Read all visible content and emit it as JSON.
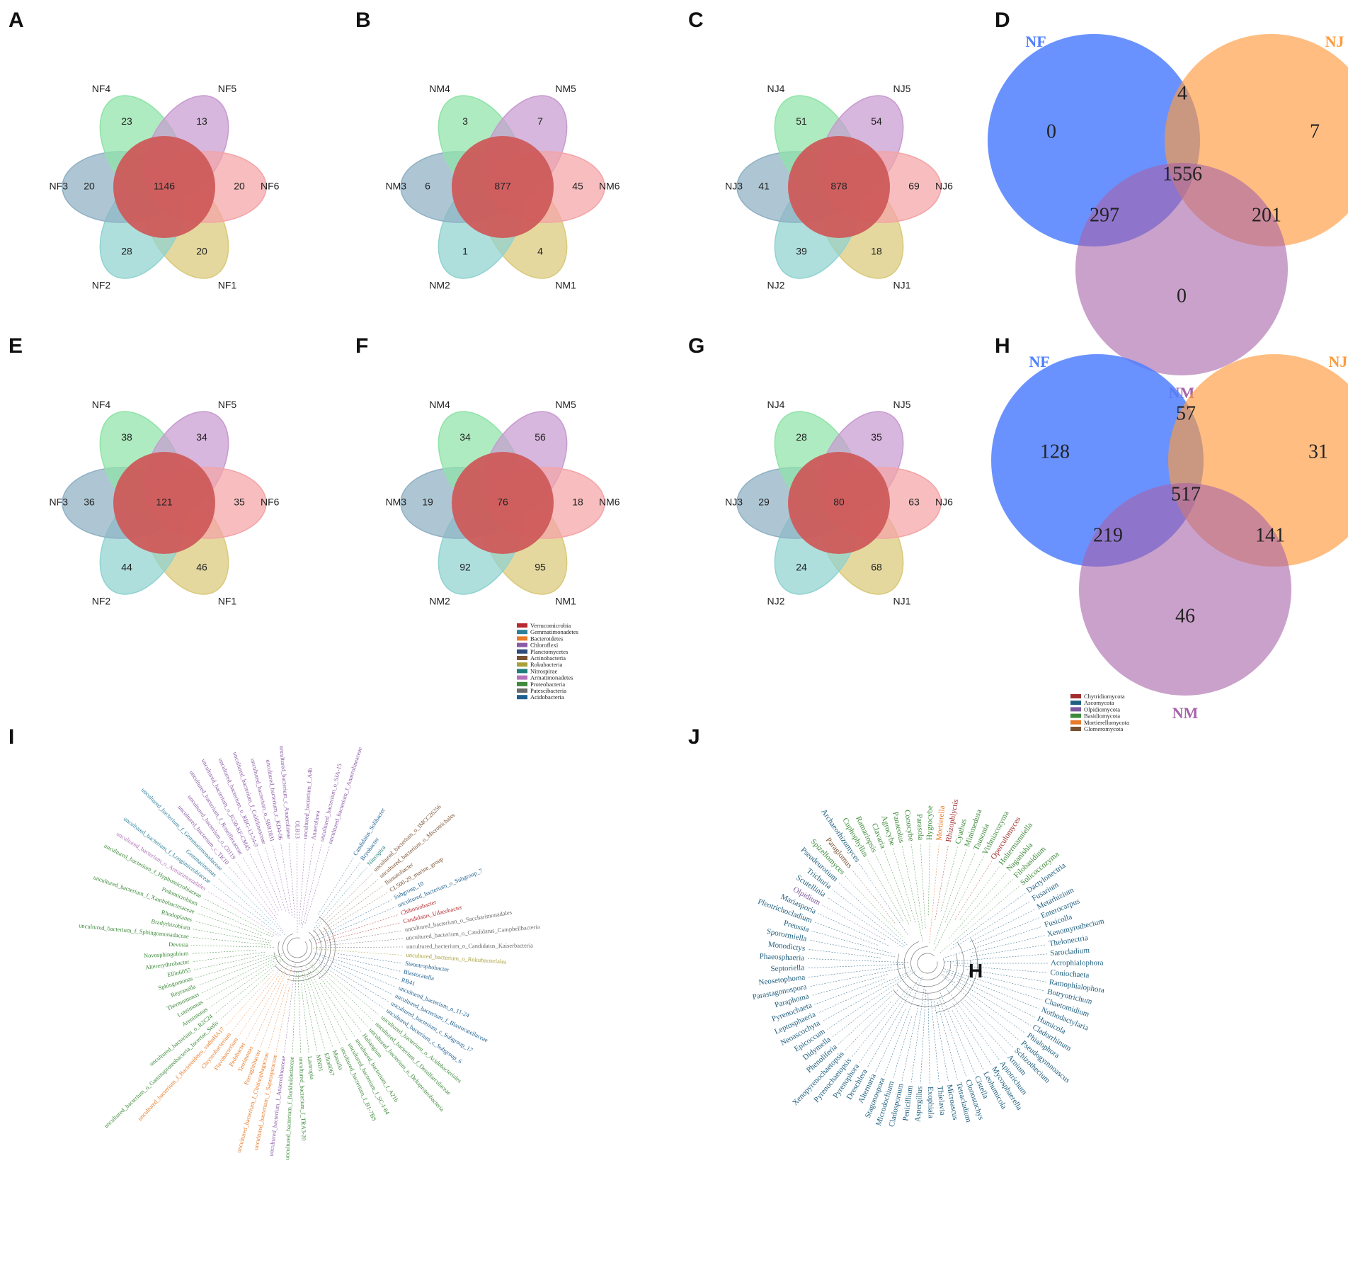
{
  "panels": {
    "A": {
      "letter": "A",
      "labels": [
        "NF1",
        "NF2",
        "NF3",
        "NF4",
        "NF5",
        "NF6"
      ],
      "unique": [
        20,
        28,
        20,
        23,
        13,
        20
      ],
      "core": 1146
    },
    "B": {
      "letter": "B",
      "labels": [
        "NM1",
        "NM2",
        "NM3",
        "NM4",
        "NM5",
        "NM6"
      ],
      "unique": [
        4,
        1,
        6,
        3,
        7,
        45
      ],
      "core": 877
    },
    "C": {
      "letter": "C",
      "labels": [
        "NJ1",
        "NJ2",
        "NJ3",
        "NJ4",
        "NJ5",
        "NJ6"
      ],
      "unique": [
        18,
        39,
        41,
        51,
        54,
        69
      ],
      "core": 878
    },
    "D": {
      "letter": "D",
      "sets": [
        "NF",
        "NJ",
        "NM"
      ],
      "regions": {
        "nf_only": 0,
        "nf_nj": 4,
        "nj_only": 7,
        "all": 1556,
        "nf_nm": 297,
        "nj_nm": 201,
        "nm_only": 0
      }
    },
    "E": {
      "letter": "E",
      "labels": [
        "NF1",
        "NF2",
        "NF3",
        "NF4",
        "NF5",
        "NF6"
      ],
      "unique": [
        46,
        44,
        36,
        38,
        34,
        35
      ],
      "core": 121
    },
    "F": {
      "letter": "F",
      "labels": [
        "NM1",
        "NM2",
        "NM3",
        "NM4",
        "NM5",
        "NM6"
      ],
      "unique": [
        95,
        92,
        19,
        34,
        56,
        18
      ],
      "core": 76
    },
    "G": {
      "letter": "G",
      "labels": [
        "NJ1",
        "NJ2",
        "NJ3",
        "NJ4",
        "NJ5",
        "NJ6"
      ],
      "unique": [
        68,
        24,
        29,
        28,
        35,
        63
      ],
      "core": 80
    },
    "H": {
      "letter": "H",
      "sets": [
        "NF",
        "NJ",
        "NM"
      ],
      "regions": {
        "nf_only": 128,
        "nf_nj": 57,
        "nj_only": 31,
        "all": 517,
        "nf_nm": 219,
        "nj_nm": 141,
        "nm_only": 46
      }
    },
    "I": {
      "letter": "I"
    },
    "J": {
      "letter": "J",
      "center_label": "H"
    }
  },
  "colors": {
    "petal1": "#d9c97a",
    "petal2": "#8fd3d0",
    "petal3": "#8fb0c4",
    "petal4": "#8fe3a8",
    "petal5": "#c79bd0",
    "petal6": "#f4a3a6",
    "core": "#cd5b5b",
    "nf": "#4f7fff",
    "nj": "#ff9a3d",
    "nm": "#a763a9"
  },
  "legend_bacteria": [
    {
      "name": "Verrucomicrobia",
      "color": "#b5292f"
    },
    {
      "name": "Gemmatimonadetes",
      "color": "#2b7f9b"
    },
    {
      "name": "Bacteroidetes",
      "color": "#e87a28"
    },
    {
      "name": "Chloroflexi",
      "color": "#8b5aa6"
    },
    {
      "name": "Planctomycetes",
      "color": "#2f4b7c"
    },
    {
      "name": "Actinobacteria",
      "color": "#7a5232"
    },
    {
      "name": "Rokubacteria",
      "color": "#a8a03a"
    },
    {
      "name": "Nitrospirae",
      "color": "#1f7d7a"
    },
    {
      "name": "Armatimonadetes",
      "color": "#b373b9"
    },
    {
      "name": "Proteobacteria",
      "color": "#3d8a3a"
    },
    {
      "name": "Patescibacteria",
      "color": "#6a6a6a"
    },
    {
      "name": "Acidobacteria",
      "color": "#1d5f8f"
    }
  ],
  "legend_fungi": [
    {
      "name": "Chytridiomycota",
      "color": "#a22d2d"
    },
    {
      "name": "Ascomycota",
      "color": "#1f5f7f"
    },
    {
      "name": "Olpidiomycota",
      "color": "#7b58a0"
    },
    {
      "name": "Basidiomycota",
      "color": "#3d8a3a"
    },
    {
      "name": "Mortierellomycota",
      "color": "#e8792a"
    },
    {
      "name": "Glomeromycota",
      "color": "#7a5232"
    }
  ],
  "tree_I_leaves": [
    {
      "t": "Candidatus_Solibacter",
      "c": "#1d5f8f"
    },
    {
      "t": "Bryobacter",
      "c": "#1d5f8f"
    },
    {
      "t": "Nitrospira",
      "c": "#1f7d7a"
    },
    {
      "t": "uncultured_bacterium_o_IMCC26256",
      "c": "#7a5232"
    },
    {
      "t": "uncultured_bacterium_o_Microtrichales",
      "c": "#7a5232"
    },
    {
      "t": "Ilumatobacter",
      "c": "#7a5232"
    },
    {
      "t": "CL500-29_marine_group",
      "c": "#7a5232"
    },
    {
      "t": "Subgroup_10",
      "c": "#1d5f8f"
    },
    {
      "t": "uncultured_bacterium_o_Subgroup_7",
      "c": "#1d5f8f"
    },
    {
      "t": "Chthoniobacter",
      "c": "#b5292f"
    },
    {
      "t": "Candidatus_Udaeobacter",
      "c": "#b5292f"
    },
    {
      "t": "uncultured_bacterium_o_Saccharimonadales",
      "c": "#6a6a6a"
    },
    {
      "t": "uncultured_bacterium_o_Candidatus_Campbellbacteria",
      "c": "#6a6a6a"
    },
    {
      "t": "uncultured_bacterium_o_Candidatus_Kaiserbacteria",
      "c": "#6a6a6a"
    },
    {
      "t": "uncultured_bacterium_o_Rokubacteriales",
      "c": "#a8a03a"
    },
    {
      "t": "Stenotrophobacter",
      "c": "#1d5f8f"
    },
    {
      "t": "Blastocatella",
      "c": "#1d5f8f"
    },
    {
      "t": "RB41",
      "c": "#1d5f8f"
    },
    {
      "t": "uncultured_bacterium_o_11-24",
      "c": "#1d5f8f"
    },
    {
      "t": "uncultured_bacterium_f_Blastocatellaceae",
      "c": "#1d5f8f"
    },
    {
      "t": "uncultured_bacterium_c_Subgroup_17",
      "c": "#1d5f8f"
    },
    {
      "t": "uncultured_bacterium_c_Subgroup_6",
      "c": "#1d5f8f"
    },
    {
      "t": "uncultured_bacterium_o_Acidobacteriales",
      "c": "#3d8a3a"
    },
    {
      "t": "uncultured_bacterium_f_Desulfarculaceae",
      "c": "#3d8a3a"
    },
    {
      "t": "uncultured_bacterium_o_Deltaproteobacteria",
      "c": "#3d8a3a"
    },
    {
      "t": "Haliangium",
      "c": "#3d8a3a"
    },
    {
      "t": "uncultured_bacterium_f_A21b",
      "c": "#3d8a3a"
    },
    {
      "t": "uncultured_bacterium_f_SC-I-84",
      "c": "#3d8a3a"
    },
    {
      "t": "uncultured_bacterium_f_B1-7BS",
      "c": "#3d8a3a"
    },
    {
      "t": "Massilia",
      "c": "#3d8a3a"
    },
    {
      "t": "Ellin6067",
      "c": "#3d8a3a"
    },
    {
      "t": "MND1",
      "c": "#3d8a3a"
    },
    {
      "t": "Lautropia",
      "c": "#3d8a3a"
    },
    {
      "t": "uncultured_bacterium_f_TRA3-20",
      "c": "#3d8a3a"
    },
    {
      "t": "uncultured_bacterium_f_Burkholderiaceae",
      "c": "#3d8a3a"
    },
    {
      "t": "uncultured_bacterium_f_Anaerolineaceae",
      "c": "#8b5aa6"
    },
    {
      "t": "uncultured_bacterium_f_Saprospiraceae",
      "c": "#e87a28"
    },
    {
      "t": "uncultured_bacterium_f_Chitinophagaceae",
      "c": "#e87a28"
    },
    {
      "t": "Ferruginibacter",
      "c": "#e87a28"
    },
    {
      "t": "Terrimonas",
      "c": "#e87a28"
    },
    {
      "t": "Pedobacter",
      "c": "#e87a28"
    },
    {
      "t": "Flavobacterium",
      "c": "#e87a28"
    },
    {
      "t": "Chryseobacterium",
      "c": "#e87a28"
    },
    {
      "t": "uncultured_bacterium_f_Bacteroidetes_vadinHA17",
      "c": "#e87a28"
    },
    {
      "t": "uncultured_bacterium_o_Gammaproteobacteria_Incertae_Sedis",
      "c": "#3d8a3a"
    },
    {
      "t": "uncultured_bacterium_o_R2C24",
      "c": "#3d8a3a"
    },
    {
      "t": "Arenimonas",
      "c": "#3d8a3a"
    },
    {
      "t": "Luteimonas",
      "c": "#3d8a3a"
    },
    {
      "t": "Thermomonas",
      "c": "#3d8a3a"
    },
    {
      "t": "Reyranella",
      "c": "#3d8a3a"
    },
    {
      "t": "Sphingomonas",
      "c": "#3d8a3a"
    },
    {
      "t": "Ellin6055",
      "c": "#3d8a3a"
    },
    {
      "t": "Altererythrobacter",
      "c": "#3d8a3a"
    },
    {
      "t": "Novosphingobium",
      "c": "#3d8a3a"
    },
    {
      "t": "Devosia",
      "c": "#3d8a3a"
    },
    {
      "t": "uncultured_bacterium_f_Sphingomonadaceae",
      "c": "#3d8a3a"
    },
    {
      "t": "Bradyrhizobium",
      "c": "#3d8a3a"
    },
    {
      "t": "Rhodoplanes",
      "c": "#3d8a3a"
    },
    {
      "t": "uncultured_bacterium_f_Xanthobacteraceae",
      "c": "#3d8a3a"
    },
    {
      "t": "Pedomicrobium",
      "c": "#3d8a3a"
    },
    {
      "t": "uncultured_bacterium_f_Hyphomicrobiaceae",
      "c": "#3d8a3a"
    },
    {
      "t": "uncultured_bacterium_o_Armatimonadales",
      "c": "#b373b9"
    },
    {
      "t": "uncultured_bacterium_f_Longimicrobiaceae",
      "c": "#2b7f9b"
    },
    {
      "t": "Gemmatimonas",
      "c": "#2b7f9b"
    },
    {
      "t": "uncultured_bacterium_f_Gemmatimonadaceae",
      "c": "#2b7f9b"
    },
    {
      "t": "uncultured_bacterium_c_TK10",
      "c": "#8b5aa6"
    },
    {
      "t": "uncultured_bacterium_o_C0119",
      "c": "#8b5aa6"
    },
    {
      "t": "uncultured_bacterium_f_Roseiflexaceae",
      "c": "#8b5aa6"
    },
    {
      "t": "uncultured_bacterium_o_JG30-KF-CM45",
      "c": "#8b5aa6"
    },
    {
      "t": "uncultured_bacterium_o_RBG-13-54-9",
      "c": "#8b5aa6"
    },
    {
      "t": "uncultured_bacterium_f_Caldilineaceae",
      "c": "#8b5aa6"
    },
    {
      "t": "uncultured_bacterium_o_SBR1031",
      "c": "#8b5aa6"
    },
    {
      "t": "uncultured_bacterium_c_KD4-96",
      "c": "#8b5aa6"
    },
    {
      "t": "uncultured_bacterium_c_Anaerolineae",
      "c": "#8b5aa6"
    },
    {
      "t": "OLB13",
      "c": "#8b5aa6"
    },
    {
      "t": "uncultured_bacterium_f_A4b",
      "c": "#8b5aa6"
    },
    {
      "t": "Anaerolinea",
      "c": "#8b5aa6"
    },
    {
      "t": "uncultured_bacterium_o_SJA-15",
      "c": "#8b5aa6"
    },
    {
      "t": "uncultured_bacterium_f_Anaerolineaceae",
      "c": "#8b5aa6"
    }
  ],
  "tree_J_leaves": [
    {
      "t": "Solicoccozyma",
      "c": "#3d8a3a"
    },
    {
      "t": "Dactylonectria",
      "c": "#1f5f7f"
    },
    {
      "t": "Fusarium",
      "c": "#1f5f7f"
    },
    {
      "t": "Metarhizium",
      "c": "#1f5f7f"
    },
    {
      "t": "Enterocarpus",
      "c": "#1f5f7f"
    },
    {
      "t": "Fusicolla",
      "c": "#1f5f7f"
    },
    {
      "t": "Xenomyrothecium",
      "c": "#1f5f7f"
    },
    {
      "t": "Thelonectria",
      "c": "#1f5f7f"
    },
    {
      "t": "Sarocladium",
      "c": "#1f5f7f"
    },
    {
      "t": "Acrophialophora",
      "c": "#1f5f7f"
    },
    {
      "t": "Coniochaeta",
      "c": "#1f5f7f"
    },
    {
      "t": "Ramophialophora",
      "c": "#1f5f7f"
    },
    {
      "t": "Botryotrichum",
      "c": "#1f5f7f"
    },
    {
      "t": "Chaetomidium",
      "c": "#1f5f7f"
    },
    {
      "t": "Nothodactylaria",
      "c": "#1f5f7f"
    },
    {
      "t": "Humicola",
      "c": "#1f5f7f"
    },
    {
      "t": "Cladorrhinum",
      "c": "#1f5f7f"
    },
    {
      "t": "Phialophora",
      "c": "#1f5f7f"
    },
    {
      "t": "Pseudogymnoascus",
      "c": "#1f5f7f"
    },
    {
      "t": "Schizothecium",
      "c": "#1f5f7f"
    },
    {
      "t": "Arnium",
      "c": "#1f5f7f"
    },
    {
      "t": "Apiotrichum",
      "c": "#1f5f7f"
    },
    {
      "t": "Mycosphaerella",
      "c": "#1f5f7f"
    },
    {
      "t": "Leohumicola",
      "c": "#1f5f7f"
    },
    {
      "t": "Cistella",
      "c": "#1f5f7f"
    },
    {
      "t": "Clonostachys",
      "c": "#1f5f7f"
    },
    {
      "t": "Tetracladium",
      "c": "#1f5f7f"
    },
    {
      "t": "Microascus",
      "c": "#1f5f7f"
    },
    {
      "t": "Thielavia",
      "c": "#1f5f7f"
    },
    {
      "t": "Exophiala",
      "c": "#1f5f7f"
    },
    {
      "t": "Aspergillus",
      "c": "#1f5f7f"
    },
    {
      "t": "Penicillium",
      "c": "#1f5f7f"
    },
    {
      "t": "Cladosporium",
      "c": "#1f5f7f"
    },
    {
      "t": "Microdochium",
      "c": "#1f5f7f"
    },
    {
      "t": "Stagonospora",
      "c": "#1f5f7f"
    },
    {
      "t": "Alternaria",
      "c": "#1f5f7f"
    },
    {
      "t": "Dreschlera",
      "c": "#1f5f7f"
    },
    {
      "t": "Pyrenophora",
      "c": "#1f5f7f"
    },
    {
      "t": "Pyrenochaetopsis",
      "c": "#1f5f7f"
    },
    {
      "t": "Xenopyrenochaetopsis",
      "c": "#1f5f7f"
    },
    {
      "t": "Phenoliferia",
      "c": "#1f5f7f"
    },
    {
      "t": "Didymella",
      "c": "#1f5f7f"
    },
    {
      "t": "Epicoccum",
      "c": "#1f5f7f"
    },
    {
      "t": "Neoascochyta",
      "c": "#1f5f7f"
    },
    {
      "t": "Leptosphaeria",
      "c": "#1f5f7f"
    },
    {
      "t": "Pyrenochaeta",
      "c": "#1f5f7f"
    },
    {
      "t": "Paraphoma",
      "c": "#1f5f7f"
    },
    {
      "t": "Parastagonospora",
      "c": "#1f5f7f"
    },
    {
      "t": "Neosetophoma",
      "c": "#1f5f7f"
    },
    {
      "t": "Septoriella",
      "c": "#1f5f7f"
    },
    {
      "t": "Phaeosphaeria",
      "c": "#1f5f7f"
    },
    {
      "t": "Monodictys",
      "c": "#1f5f7f"
    },
    {
      "t": "Sporormiella",
      "c": "#1f5f7f"
    },
    {
      "t": "Preussia",
      "c": "#1f5f7f"
    },
    {
      "t": "Pleotrichocladium",
      "c": "#1f5f7f"
    },
    {
      "t": "Mariasporia",
      "c": "#1f5f7f"
    },
    {
      "t": "Olpidium",
      "c": "#7b58a0"
    },
    {
      "t": "Scutellinia",
      "c": "#1f5f7f"
    },
    {
      "t": "Trichuria",
      "c": "#1f5f7f"
    },
    {
      "t": "Pseudeurotium",
      "c": "#1f5f7f"
    },
    {
      "t": "Spizellomyces",
      "c": "#3d8a3a"
    },
    {
      "t": "Paraglomus",
      "c": "#7a5232"
    },
    {
      "t": "Archaeorhizomyces",
      "c": "#1f5f7f"
    },
    {
      "t": "Cuphophyllus",
      "c": "#3d8a3a"
    },
    {
      "t": "Ramariopsis",
      "c": "#3d8a3a"
    },
    {
      "t": "Clavaria",
      "c": "#3d8a3a"
    },
    {
      "t": "Agrocybe",
      "c": "#3d8a3a"
    },
    {
      "t": "Panaeolus",
      "c": "#3d8a3a"
    },
    {
      "t": "Conocybe",
      "c": "#3d8a3a"
    },
    {
      "t": "Parasola",
      "c": "#3d8a3a"
    },
    {
      "t": "Hygrocybe",
      "c": "#3d8a3a"
    },
    {
      "t": "Mortierella",
      "c": "#e8792a"
    },
    {
      "t": "Rhizophlyctis",
      "c": "#a22d2d"
    },
    {
      "t": "Cyathus",
      "c": "#3d8a3a"
    },
    {
      "t": "Minimedusa",
      "c": "#3d8a3a"
    },
    {
      "t": "Tausonia",
      "c": "#3d8a3a"
    },
    {
      "t": "Vishniacozyma",
      "c": "#3d8a3a"
    },
    {
      "t": "Operculomyces",
      "c": "#a22d2d"
    },
    {
      "t": "Holtermanniella",
      "c": "#3d8a3a"
    },
    {
      "t": "Naganishia",
      "c": "#3d8a3a"
    },
    {
      "t": "Filobasidium",
      "c": "#3d8a3a"
    }
  ]
}
